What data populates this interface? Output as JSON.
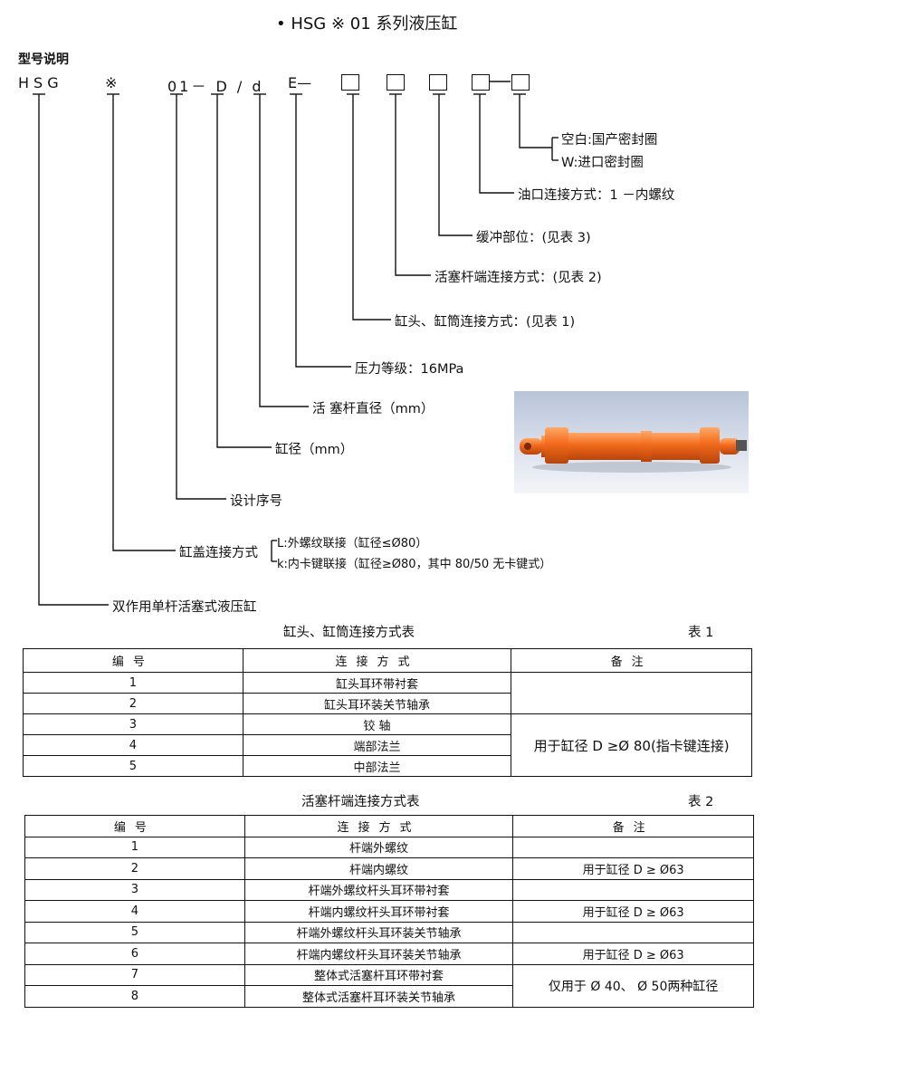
{
  "header": {
    "title": "• HSG ※ 01 系列液压缸",
    "model_section": "型号说明"
  },
  "model_code": {
    "hsg": "HSG",
    "mark": "※",
    "seq": "01－ D / d",
    "e": "E—"
  },
  "labels": {
    "seal_blank": "空白:国产密封圈",
    "seal_w": "W:进口密封圈",
    "oil_port": "油口连接方式：1 －内螺纹",
    "buffer": "缓冲部位：(见表 3)",
    "rod_end": "活塞杆端连接方式：(见表 2)",
    "head_barrel": "缸头、缸筒连接方式：(见表 1)",
    "pressure": "压力等级：16MPa",
    "rod_dia": "活 塞杆直径（mm）",
    "bore": "缸径（mm）",
    "design_seq": "设计序号",
    "cap_conn": "缸盖连接方式",
    "cap_l": "L:外螺纹联接（缸径≤Ø80）",
    "cap_k": "k:内卡键联接（缸径≥Ø80，其中 80/50 无卡键式）",
    "double_acting": "双作用单杆活塞式液压缸"
  },
  "table1": {
    "caption": "缸头、缸筒连接方式表",
    "tag": "表 1",
    "headers": [
      "编号",
      "连接方式",
      "备注"
    ],
    "rows": [
      {
        "no": "1",
        "method": "缸头耳环带衬套"
      },
      {
        "no": "2",
        "method": "缸头耳环装关节轴承"
      },
      {
        "no": "3",
        "method": "铰 轴"
      },
      {
        "no": "4",
        "method": "端部法兰"
      },
      {
        "no": "5",
        "method": "中部法兰"
      }
    ],
    "note": "用于缸径 D ≥Ø 80(指卡键连接)"
  },
  "table2": {
    "caption": "活塞杆端连接方式表",
    "tag": "表 2",
    "headers": [
      "编号",
      "连接方式",
      "备注"
    ],
    "rows": [
      {
        "no": "1",
        "method": "杆端外螺纹",
        "note": ""
      },
      {
        "no": "2",
        "method": "杆端内螺纹",
        "note": "用于缸径 D ≥ Ø63"
      },
      {
        "no": "3",
        "method": "杆端外螺纹杆头耳环带衬套",
        "note": ""
      },
      {
        "no": "4",
        "method": "杆端内螺纹杆头耳环带衬套",
        "note": "用于缸径 D ≥ Ø63"
      },
      {
        "no": "5",
        "method": "杆端外螺纹杆头耳环装关节轴承",
        "note": ""
      },
      {
        "no": "6",
        "method": "杆端内螺纹杆头耳环装关节轴承",
        "note": "用于缸径 D ≥ Ø63"
      },
      {
        "no": "7",
        "method": "整体式活塞杆耳环带衬套"
      },
      {
        "no": "8",
        "method": "整体式活塞杆耳环装关节轴承"
      }
    ],
    "note_merged": "仅用于 Ø 40、 Ø 50两种缸径"
  },
  "colors": {
    "cylinder": "#f26a1b",
    "photo_bg": "#c9d3e3"
  }
}
